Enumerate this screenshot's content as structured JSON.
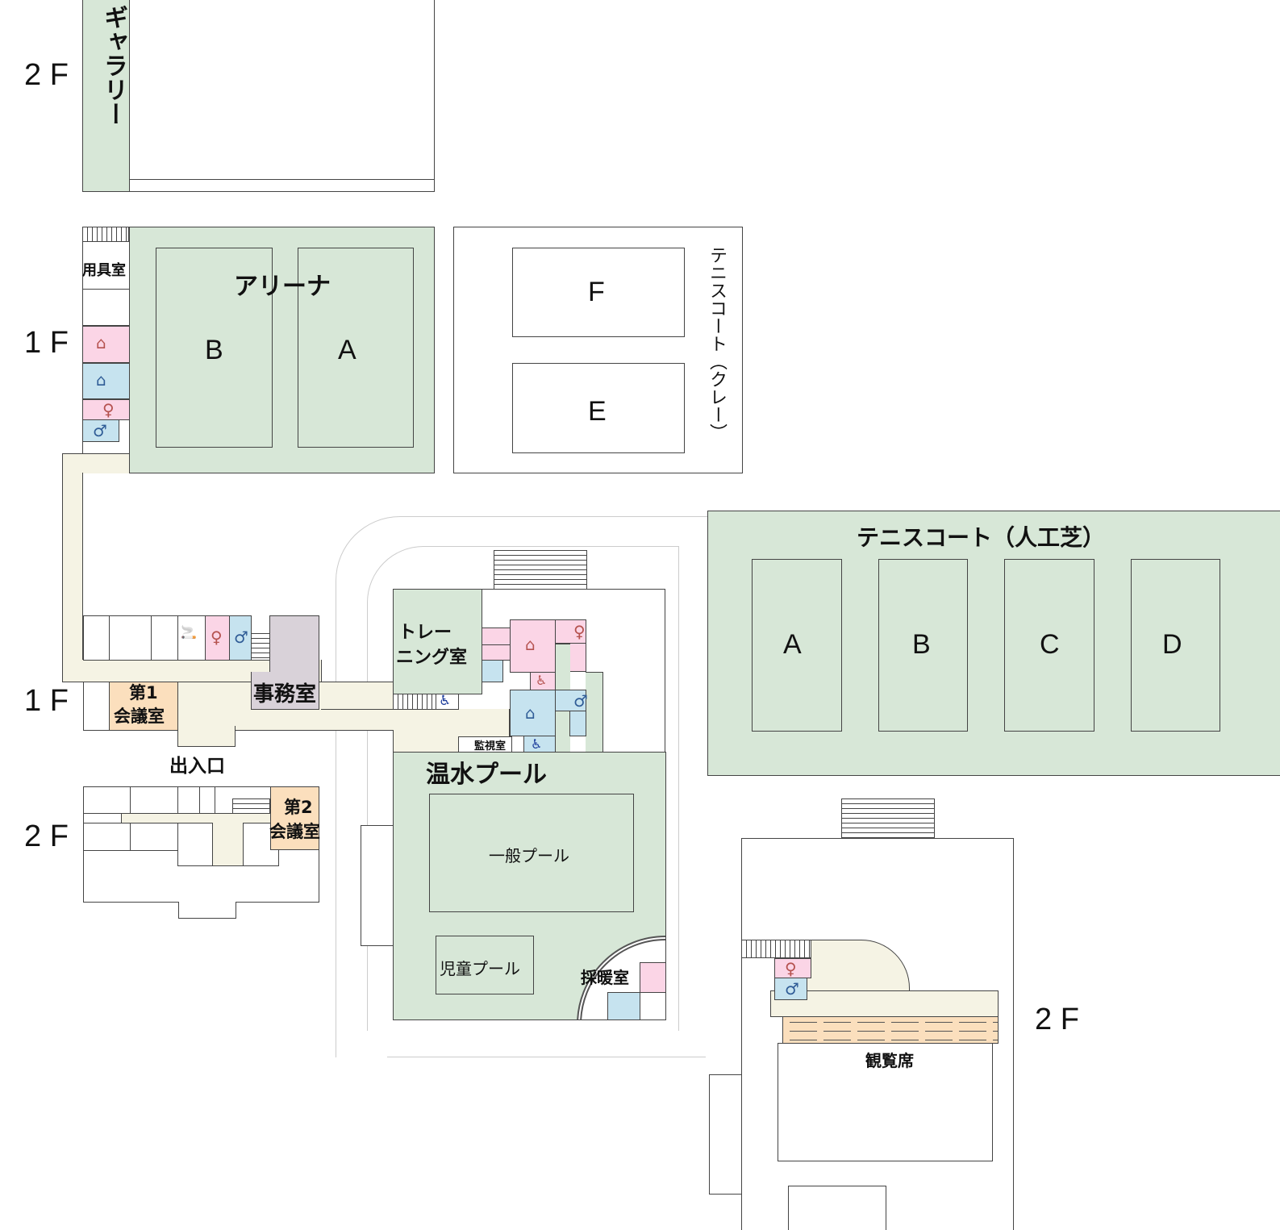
{
  "floor_labels": {
    "upper_2f": "2 F",
    "arena_1f": "1 F",
    "main_1f": "1 F",
    "main_2f": "2 F",
    "pool_2f": "2 F"
  },
  "gallery": "ギャラリー",
  "arena": {
    "title": "アリーナ",
    "courts": [
      "B",
      "A"
    ],
    "storage": "用具室"
  },
  "tennis_clay": {
    "title": "テニスコート（クレー）",
    "courts": [
      "F",
      "E"
    ]
  },
  "tennis_turf": {
    "title": "テニスコート（人工芝）",
    "courts": [
      "A",
      "B",
      "C",
      "D"
    ]
  },
  "main_building": {
    "meeting1": [
      "第1",
      "会議室"
    ],
    "office": "事務室",
    "entrance": "出入口",
    "meeting2": [
      "第2",
      "会議室"
    ]
  },
  "pool": {
    "training": [
      "トレー",
      "ニング室"
    ],
    "monitor": "監視室",
    "title": "温水プール",
    "general": "一般プール",
    "kids": "児童プール",
    "warming": "採暖室"
  },
  "pool_2f": {
    "seating": "観覧席"
  },
  "colors": {
    "green": "#d7e7d7",
    "pink": "#fbd5e6",
    "blue": "#c6e3ef",
    "beige": "#f5f3e4",
    "orange": "#fbdfbd",
    "office": "#d9d2d9",
    "female": "#b5524f",
    "male": "#2f5c96"
  }
}
